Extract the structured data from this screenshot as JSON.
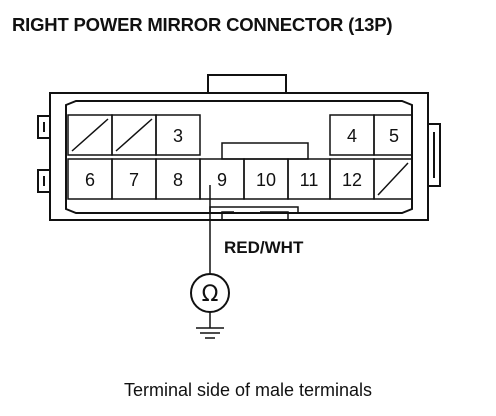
{
  "diagram": {
    "title": "RIGHT POWER MIRROR CONNECTOR (13P)",
    "wire_label": "RED/WHT",
    "meter_symbol": "Ω",
    "meter_icon": "ohmmeter-icon",
    "ground_icon": "ground-icon",
    "caption": "Terminal side of male terminals",
    "pins": {
      "p3": "3",
      "p4": "4",
      "p5": "5",
      "p6": "6",
      "p7": "7",
      "p8": "8",
      "p9": "9",
      "p10": "10",
      "p11": "11",
      "p12": "12"
    }
  }
}
